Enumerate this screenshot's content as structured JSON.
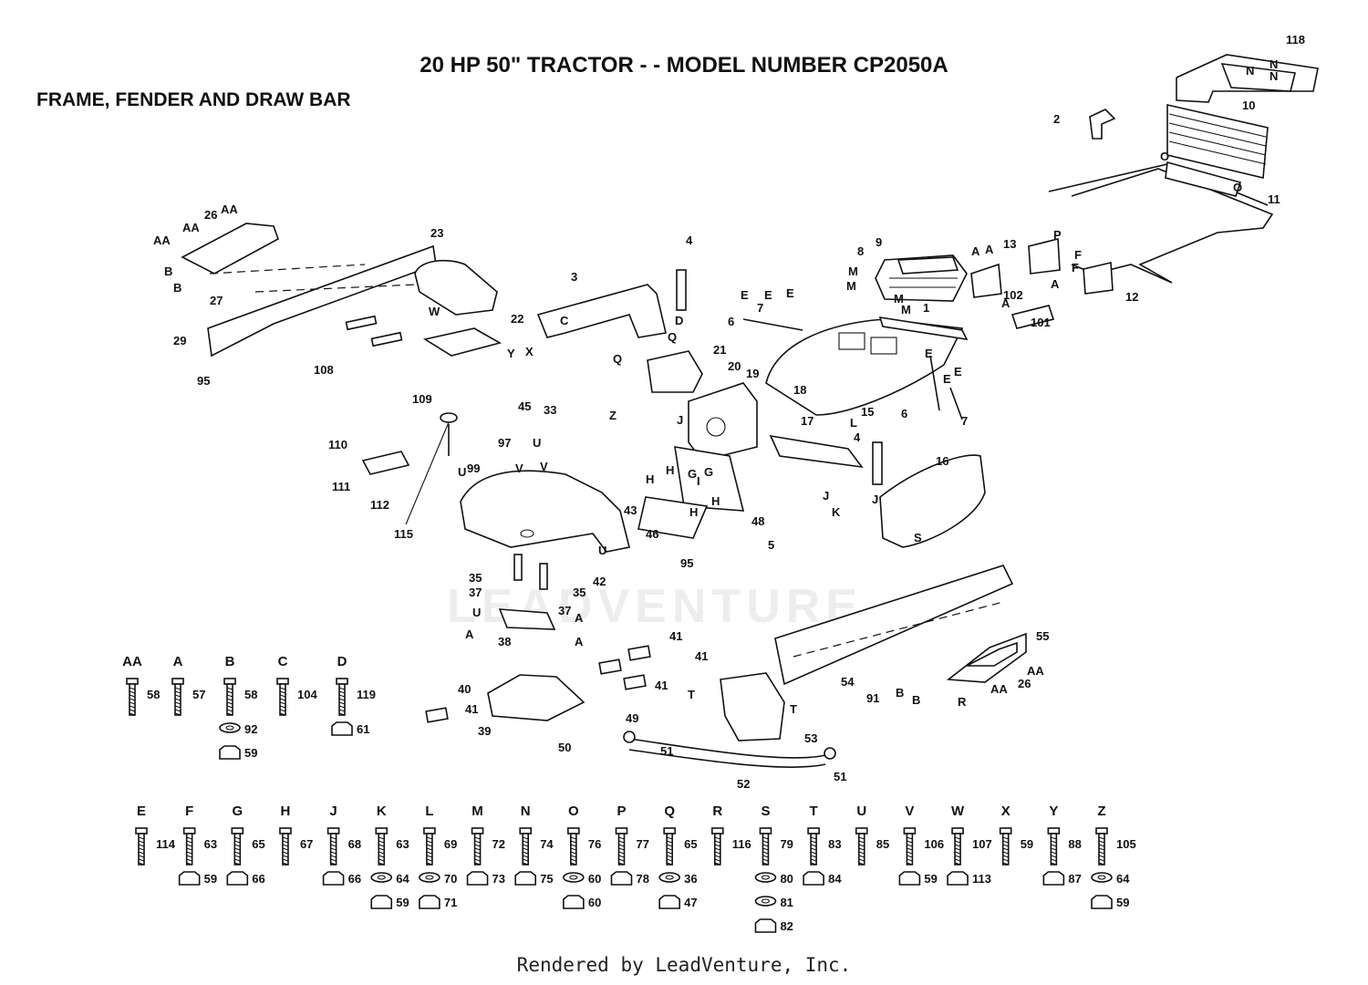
{
  "title": "20 HP 50\" TRACTOR - - MODEL NUMBER CP2050A",
  "subtitle": "FRAME, FENDER AND DRAW BAR",
  "watermark": "LEADVENTURE",
  "footer": "Rendered by LeadVenture, Inc.",
  "colors": {
    "ink": "#111111",
    "background": "#ffffff"
  },
  "callouts": {
    "c118": "118",
    "c2": "2",
    "c10": "10",
    "c11": "11",
    "c26": "26",
    "cAA1": "AA",
    "cAA2": "AA",
    "cAA3": "AA",
    "cB1": "B",
    "cB2": "B",
    "c27": "27",
    "c23": "23",
    "c29": "29",
    "c3": "3",
    "cC": "C",
    "c4a": "4",
    "cD": "D",
    "c9": "9",
    "c8": "8",
    "cM1": "M",
    "cM2": "M",
    "cM3": "M",
    "cM4": "M",
    "c13": "13",
    "cP": "P",
    "cF1": "F",
    "cF2": "F",
    "c12": "12",
    "c102": "102",
    "c101": "101",
    "cA1": "A",
    "cA2": "A",
    "cA3": "A",
    "cA4": "A",
    "cE1": "E",
    "cE2": "E",
    "cE3": "E",
    "c7a": "7",
    "c6a": "6",
    "c1": "1",
    "c22": "22",
    "cW": "W",
    "cY": "Y",
    "cX": "X",
    "c33": "33",
    "c45": "45",
    "c108": "108",
    "c95a": "95",
    "cQ1": "Q",
    "cQ2": "Q",
    "c21": "21",
    "c20": "20",
    "c19": "19",
    "cJ1": "J",
    "c18": "18",
    "c15": "15",
    "cL": "L",
    "c17": "17",
    "c4b": "4",
    "cE4": "E",
    "cE5": "E",
    "cE6": "E",
    "c6b": "6",
    "c7b": "7",
    "c109": "109",
    "c110": "110",
    "c111": "111",
    "c112": "112",
    "c115": "115",
    "c97": "97",
    "c99": "99",
    "cZ": "Z",
    "cJ2": "J",
    "cU1": "U",
    "cU2": "U",
    "cV1": "V",
    "cV2": "V",
    "c43": "43",
    "cH1": "H",
    "cH2": "H",
    "cG1": "G",
    "cG2": "G",
    "cI": "I",
    "cH3": "H",
    "cH4": "H",
    "c48": "48",
    "c46": "46",
    "c95b": "95",
    "cU3": "U",
    "c16": "16",
    "cJ3": "J",
    "cK": "K",
    "cS": "S",
    "c5": "5",
    "c35a": "35",
    "c37a": "37",
    "c35b": "35",
    "c42": "42",
    "c37b": "37",
    "cU4": "U",
    "cA5": "A",
    "cA6": "A",
    "cA7": "A",
    "c38": "38",
    "c41a": "41",
    "c41b": "41",
    "c41c": "41",
    "c41d": "41",
    "c40": "40",
    "c39": "39",
    "c55": "55",
    "cAA4": "AA",
    "c26b": "26",
    "cAA5": "AA",
    "cB3": "B",
    "cB4": "B",
    "cR": "R",
    "c54": "54",
    "c91": "91",
    "cT1": "T",
    "cT2": "T",
    "c53": "53",
    "c49": "49",
    "c50": "50",
    "c51a": "51",
    "c51b": "51",
    "c52": "52",
    "cO1": "O",
    "cO2": "O",
    "cN1": "N",
    "cN2": "N",
    "cN3": "N"
  },
  "hardware_row1": [
    {
      "letter": "AA",
      "parts": [
        "58"
      ]
    },
    {
      "letter": "A",
      "parts": [
        "57"
      ]
    },
    {
      "letter": "B",
      "parts": [
        "58",
        "92",
        "59"
      ]
    },
    {
      "letter": "C",
      "parts": [
        "104"
      ]
    },
    {
      "letter": "D",
      "parts": [
        "119",
        "61"
      ]
    }
  ],
  "hardware_row2": [
    {
      "letter": "E",
      "parts": [
        "114"
      ]
    },
    {
      "letter": "F",
      "parts": [
        "63",
        "59"
      ]
    },
    {
      "letter": "G",
      "parts": [
        "65",
        "66"
      ]
    },
    {
      "letter": "H",
      "parts": [
        "67"
      ]
    },
    {
      "letter": "J",
      "parts": [
        "68",
        "66"
      ]
    },
    {
      "letter": "K",
      "parts": [
        "63",
        "64",
        "59"
      ]
    },
    {
      "letter": "L",
      "parts": [
        "69",
        "70",
        "71"
      ]
    },
    {
      "letter": "M",
      "parts": [
        "72",
        "73"
      ]
    },
    {
      "letter": "N",
      "parts": [
        "74",
        "75"
      ]
    },
    {
      "letter": "O",
      "parts": [
        "76",
        "60",
        "60"
      ]
    },
    {
      "letter": "P",
      "parts": [
        "77",
        "78"
      ]
    },
    {
      "letter": "Q",
      "parts": [
        "65",
        "36",
        "47"
      ]
    },
    {
      "letter": "R",
      "parts": [
        "116"
      ]
    },
    {
      "letter": "S",
      "parts": [
        "79",
        "80",
        "81",
        "82"
      ]
    },
    {
      "letter": "T",
      "parts": [
        "83",
        "84"
      ]
    },
    {
      "letter": "U",
      "parts": [
        "85"
      ]
    },
    {
      "letter": "V",
      "parts": [
        "106",
        "59"
      ]
    },
    {
      "letter": "W",
      "parts": [
        "107",
        "113"
      ]
    },
    {
      "letter": "X",
      "parts": [
        "59"
      ]
    },
    {
      "letter": "Y",
      "parts": [
        "88",
        "87"
      ]
    },
    {
      "letter": "Z",
      "parts": [
        "105",
        "64",
        "59"
      ]
    }
  ]
}
